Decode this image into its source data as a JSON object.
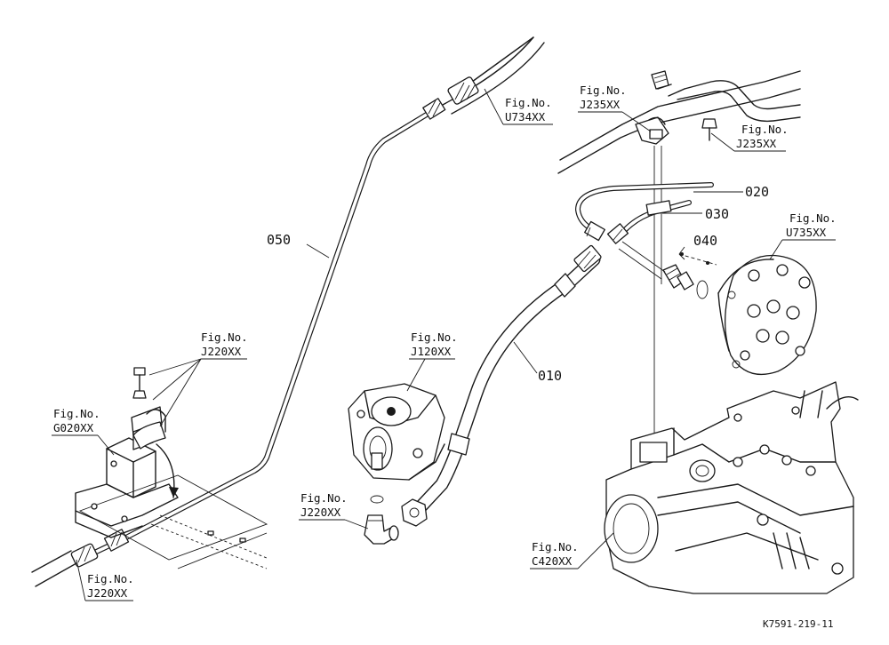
{
  "parts": [
    {
      "id": "010",
      "label": "010"
    },
    {
      "id": "020",
      "label": "020"
    },
    {
      "id": "030",
      "label": "030"
    },
    {
      "id": "040",
      "label": "040"
    },
    {
      "id": "050",
      "label": "050"
    }
  ],
  "figure_refs": [
    {
      "line1": "Fig.No.",
      "line2": "U734XX"
    },
    {
      "line1": "Fig.No.",
      "line2": "J235XX"
    },
    {
      "line1": "Fig.No.",
      "line2": "J235XX"
    },
    {
      "line1": "Fig.No.",
      "line2": "U735XX"
    },
    {
      "line1": "Fig.No.",
      "line2": "J220XX"
    },
    {
      "line1": "Fig.No.",
      "line2": "G020XX"
    },
    {
      "line1": "Fig.No.",
      "line2": "J120XX"
    },
    {
      "line1": "Fig.No.",
      "line2": "J220XX"
    },
    {
      "line1": "Fig.No.",
      "line2": "C420XX"
    },
    {
      "line1": "Fig.No.",
      "line2": "J220XX"
    }
  ],
  "drawing_code": "K7591-219-11"
}
